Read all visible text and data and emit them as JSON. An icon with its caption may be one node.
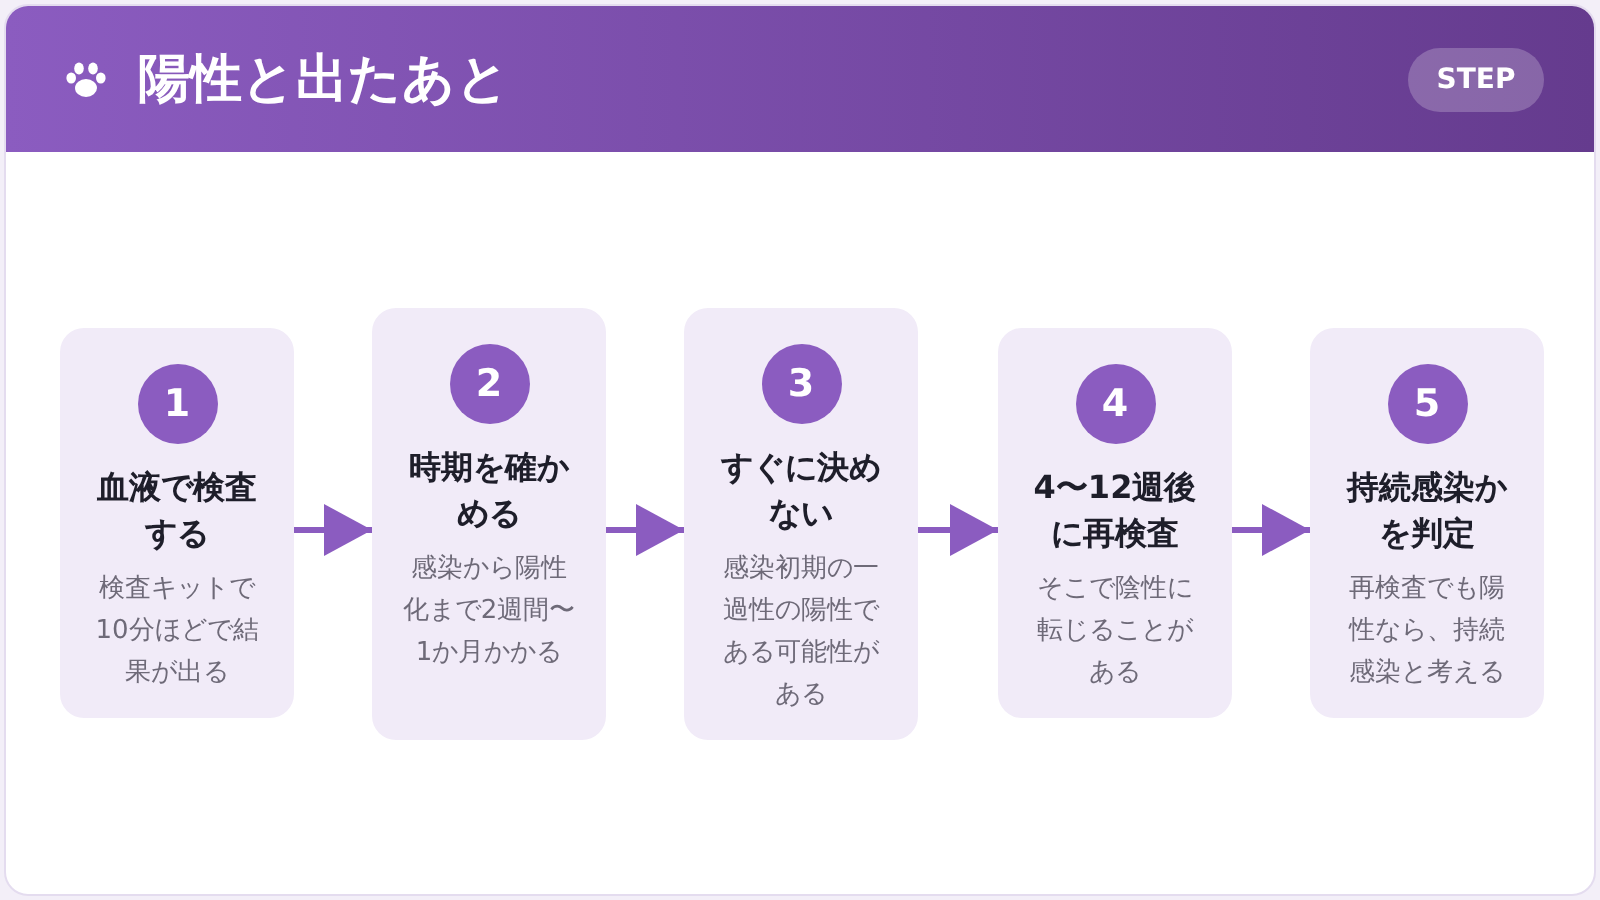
{
  "diagram": {
    "title": "陽性と出たあと",
    "nodes": [
      {
        "text": [
          "1",
          "血液で検査する",
          "検査キットで10分ほどで結果が出る"
        ]
      },
      {
        "text": [
          "2",
          "時期を確かめる",
          "感染から陽性化まで2週間〜1か月かかる"
        ]
      },
      {
        "text": [
          "3",
          "すぐに決めない",
          "感染初期の一過性の陽性である可能性がある"
        ]
      },
      {
        "text": [
          "4",
          "4〜12週後に再検査",
          "そこで陰性に転じることがある"
        ]
      },
      {
        "text": [
          "5",
          "持続感染かを判定",
          "再検査でも陽性なら、持続感染と考える"
        ]
      }
    ],
    "edges": [
      {
        "from": 0,
        "to": 1,
        "arrow": "to"
      },
      {
        "from": 1,
        "to": 2,
        "arrow": "to"
      },
      {
        "from": 2,
        "to": 3,
        "arrow": "to"
      },
      {
        "from": 3,
        "to": 4,
        "arrow": "to"
      }
    ],
    "labels": [
      "STEP"
    ]
  }
}
